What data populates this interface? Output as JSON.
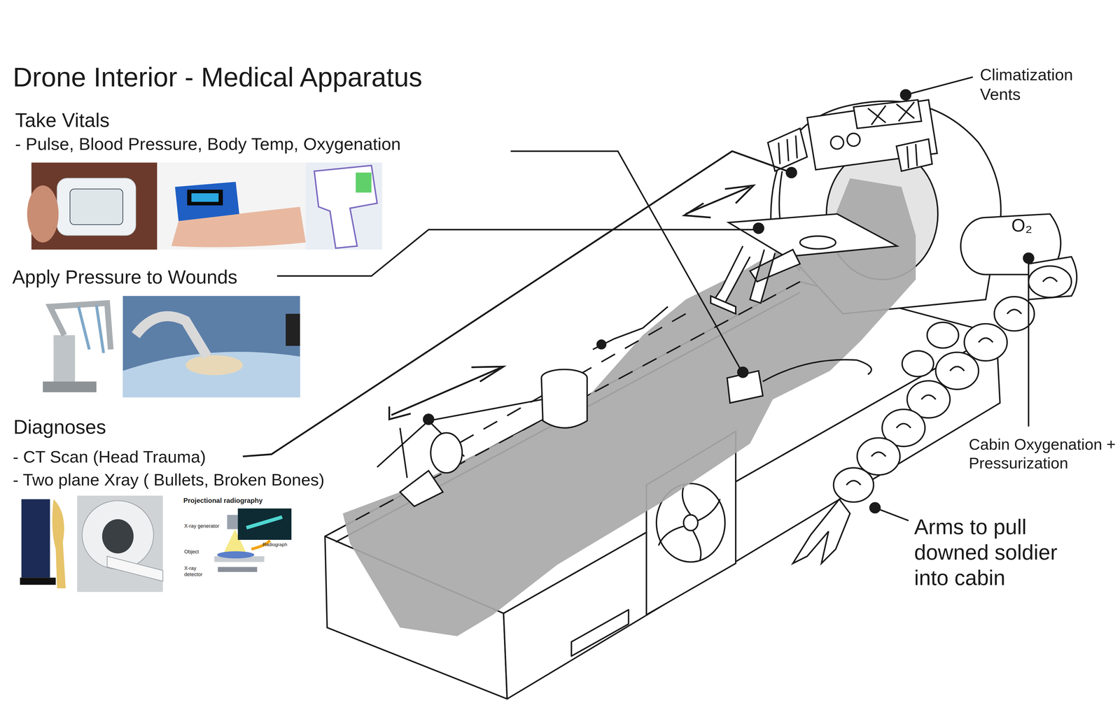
{
  "diagram": {
    "title": "Drone Interior - Medical Apparatus",
    "labels": [
      "Take Vitals",
      "- Pulse, Blood Pressure, Body Temp, Oxygenation",
      "Apply Pressure to Wounds",
      "Diagnoses",
      "- CT Scan (Head Trauma)",
      "- Two plane Xray ( Bullets, Broken Bones)",
      "Projectional radiography",
      "X-ray generator",
      "Object",
      "X-ray detector",
      "Radiograph",
      "Climatization Vents",
      "Cabin Oxygenation + Pressurization",
      "Arms to pull downed soldier into cabin",
      "O₂"
    ]
  }
}
